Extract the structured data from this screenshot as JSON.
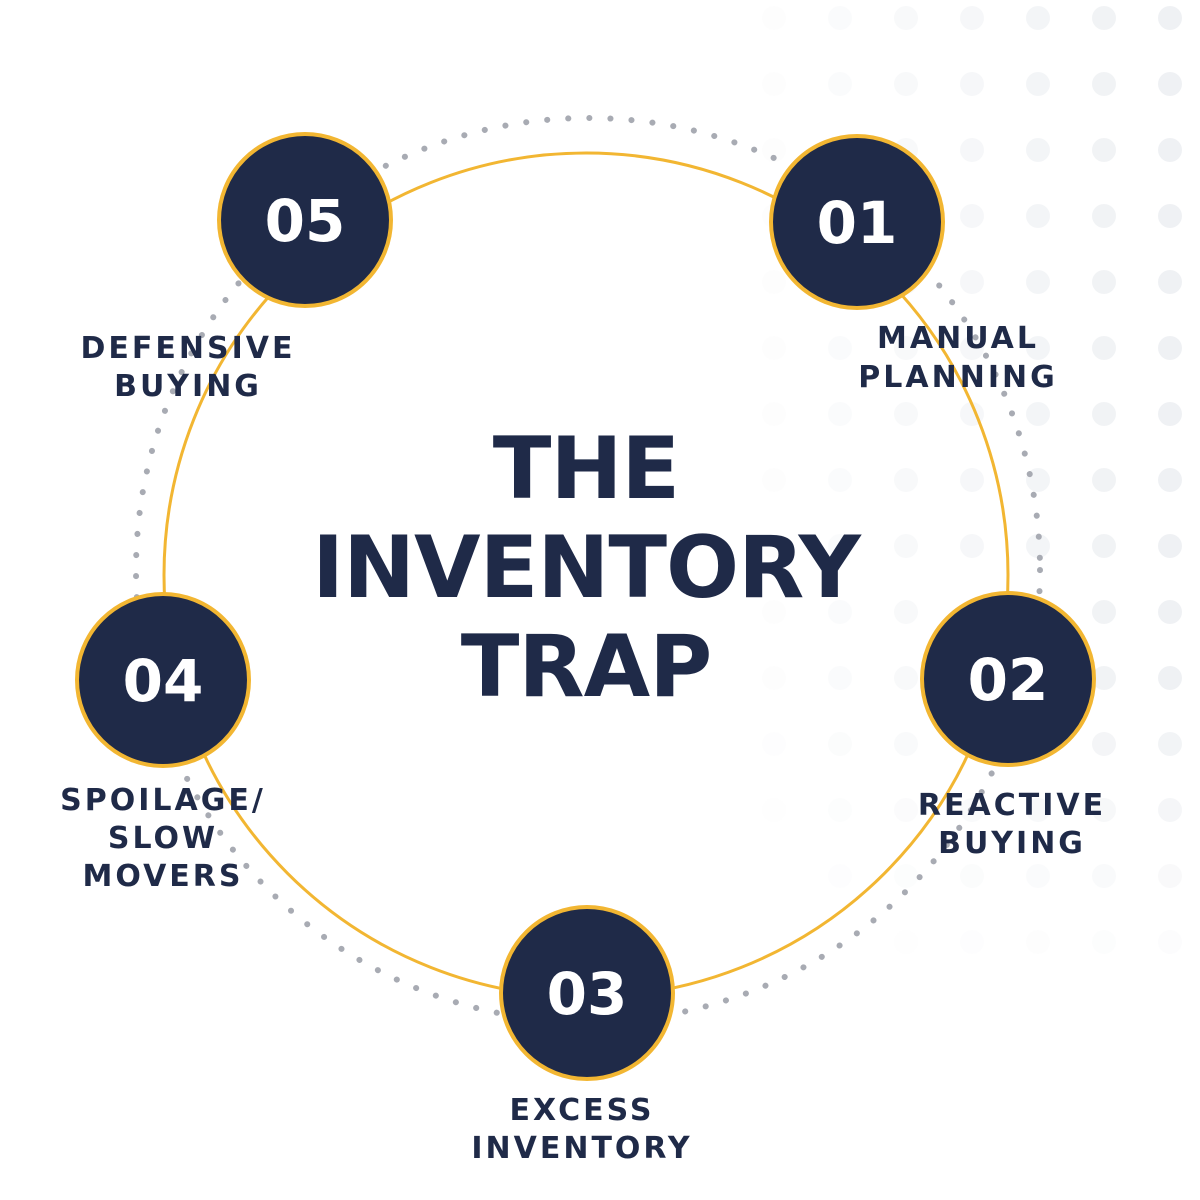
{
  "colors": {
    "background": "#ffffff",
    "navy": "#1f2a48",
    "gold": "#f2b632",
    "dotted": "#a8abb3",
    "pattern": "#eef0f3",
    "white": "#ffffff"
  },
  "title": {
    "lines": [
      "THE",
      "INVENTORY",
      "TRAP"
    ]
  },
  "steps": [
    {
      "number": "01",
      "label_lines": [
        "MANUAL",
        "PLANNING"
      ]
    },
    {
      "number": "02",
      "label_lines": [
        "REACTIVE",
        "BUYING"
      ]
    },
    {
      "number": "03",
      "label_lines": [
        "EXCESS",
        "INVENTORY"
      ]
    },
    {
      "number": "04",
      "label_lines": [
        "SPOILAGE/",
        "SLOW",
        "MOVERS"
      ]
    },
    {
      "number": "05",
      "label_lines": [
        "DEFENSIVE",
        "BUYING"
      ]
    }
  ]
}
